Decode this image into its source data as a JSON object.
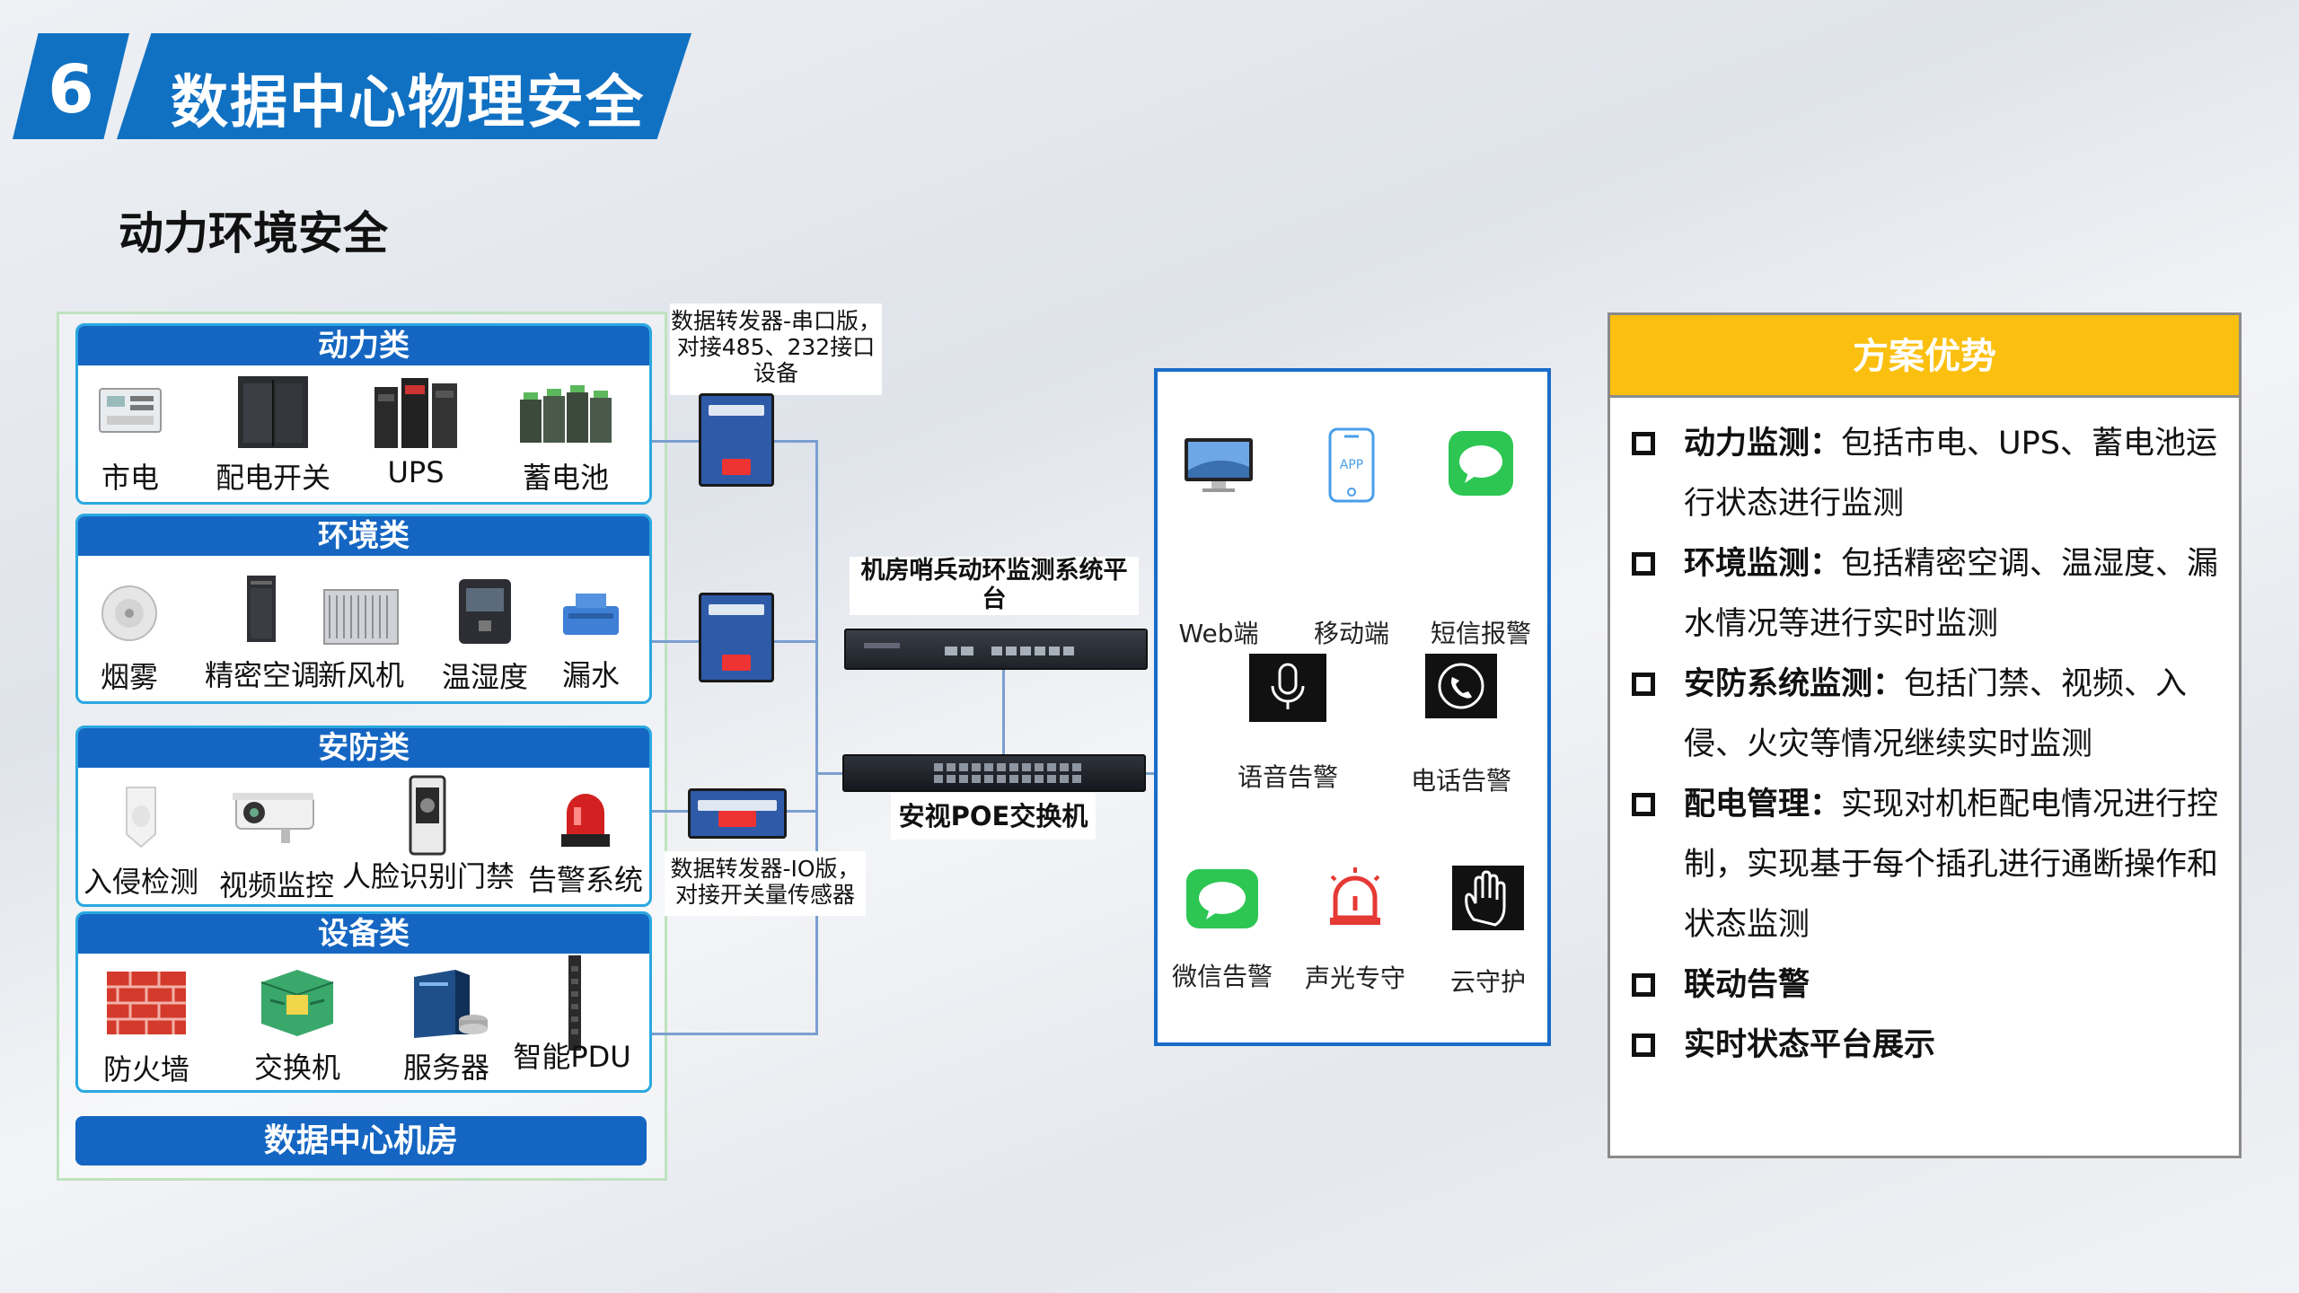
{
  "header": {
    "number": "6",
    "title": "数据中心物理安全"
  },
  "subtitle": "动力环境安全",
  "categories": [
    {
      "title": "动力类",
      "items": [
        "市电",
        "配电开关",
        "UPS",
        "蓄电池"
      ]
    },
    {
      "title": "环境类",
      "items": [
        "烟雾",
        "精密空调",
        "新风机",
        "温湿度",
        "漏水"
      ]
    },
    {
      "title": "安防类",
      "items": [
        "入侵检测",
        "视频监控",
        "人脸识别门禁",
        "告警系统"
      ]
    },
    {
      "title": "设备类",
      "items": [
        "防火墙",
        "交换机",
        "服务器",
        "智能PDU"
      ]
    }
  ],
  "footer_label": "数据中心机房",
  "converters": {
    "serial_caption": "数据转发器-串口版，对接485、232接口设备",
    "io_caption": "数据转发器-IO版，对接开关量传感器"
  },
  "platform_label": "机房哨兵动环监测系统平台",
  "switch_label": "安视POE交换机",
  "channels": [
    "Web端",
    "移动端",
    "短信报警",
    "语音告警",
    "电话告警",
    "微信告警",
    "声光专守",
    "云守护"
  ],
  "channel_icon_text": {
    "app": "APP"
  },
  "advantages": {
    "title": "方案优势",
    "items": [
      {
        "head": "动力监测",
        "sep": "：",
        "body": "包括市电、UPS、蓄电池运行状态进行监测"
      },
      {
        "head": "环境监测",
        "sep": "：",
        "body": "包括精密空调、温湿度、漏水情况等进行实时监测"
      },
      {
        "head": "安防系统监测",
        "sep": "：",
        "body": "包括门禁、视频、入侵、火灾等情况继续实时监测"
      },
      {
        "head": "配电管理",
        "sep": "：",
        "body": "实现对机柜配电情况进行控制，实现基于每个插孔进行通断操作和状态监测"
      },
      {
        "head": "联动告警",
        "sep": "",
        "body": ""
      },
      {
        "head": "实时状态平台展示",
        "sep": "",
        "body": ""
      }
    ]
  },
  "colors": {
    "brand_blue": "#1071c3",
    "category_header": "#1466c2",
    "accent_yellow": "#fbbf0f",
    "alert_red": "#e53935",
    "wechat_green": "#2dc653"
  }
}
